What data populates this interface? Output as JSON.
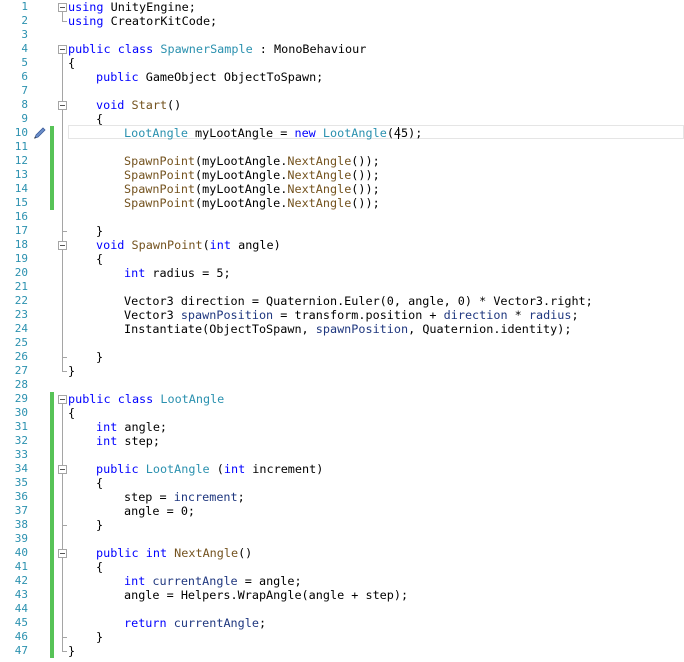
{
  "editor": {
    "lines": [
      {
        "n": "1",
        "bar": false,
        "indent": 0,
        "segs": [
          {
            "c": "kw",
            "t": "using"
          },
          {
            "c": "",
            "t": " UnityEngine;"
          }
        ]
      },
      {
        "n": "2",
        "bar": false,
        "indent": 0,
        "segs": [
          {
            "c": "kw",
            "t": "using"
          },
          {
            "c": "",
            "t": " CreatorKitCode;"
          }
        ]
      },
      {
        "n": "3",
        "bar": false,
        "indent": 0,
        "segs": []
      },
      {
        "n": "4",
        "bar": false,
        "indent": 0,
        "segs": [
          {
            "c": "kw",
            "t": "public"
          },
          {
            "c": "",
            "t": " "
          },
          {
            "c": "kw",
            "t": "class"
          },
          {
            "c": "",
            "t": " "
          },
          {
            "c": "ty",
            "t": "SpawnerSample"
          },
          {
            "c": "",
            "t": " : MonoBehaviour"
          }
        ]
      },
      {
        "n": "5",
        "bar": false,
        "indent": 0,
        "segs": [
          {
            "c": "",
            "t": "{"
          }
        ]
      },
      {
        "n": "6",
        "bar": false,
        "indent": 1,
        "segs": [
          {
            "c": "kw",
            "t": "public"
          },
          {
            "c": "",
            "t": " GameObject ObjectToSpawn;"
          }
        ]
      },
      {
        "n": "7",
        "bar": false,
        "indent": 0,
        "segs": []
      },
      {
        "n": "8",
        "bar": false,
        "indent": 1,
        "segs": [
          {
            "c": "kw",
            "t": "void"
          },
          {
            "c": "",
            "t": " "
          },
          {
            "c": "fn",
            "t": "Start"
          },
          {
            "c": "",
            "t": "()"
          }
        ]
      },
      {
        "n": "9",
        "bar": false,
        "indent": 1,
        "segs": [
          {
            "c": "",
            "t": "{"
          }
        ]
      },
      {
        "n": "10",
        "bar": true,
        "indent": 2,
        "segs": [
          {
            "c": "ty",
            "t": "LootAngle"
          },
          {
            "c": "",
            "t": " myLootAngle = "
          },
          {
            "c": "kw",
            "t": "new"
          },
          {
            "c": "",
            "t": " "
          },
          {
            "c": "ty",
            "t": "LootAngle"
          },
          {
            "c": "",
            "t": "(45);"
          }
        ]
      },
      {
        "n": "11",
        "bar": true,
        "indent": 0,
        "segs": []
      },
      {
        "n": "12",
        "bar": true,
        "indent": 2,
        "segs": [
          {
            "c": "fn",
            "t": "SpawnPoint"
          },
          {
            "c": "",
            "t": "(myLootAngle."
          },
          {
            "c": "fn",
            "t": "NextAngle"
          },
          {
            "c": "",
            "t": "());"
          }
        ]
      },
      {
        "n": "13",
        "bar": true,
        "indent": 2,
        "segs": [
          {
            "c": "fn",
            "t": "SpawnPoint"
          },
          {
            "c": "",
            "t": "(myLootAngle."
          },
          {
            "c": "fn",
            "t": "NextAngle"
          },
          {
            "c": "",
            "t": "());"
          }
        ]
      },
      {
        "n": "14",
        "bar": true,
        "indent": 2,
        "segs": [
          {
            "c": "fn",
            "t": "SpawnPoint"
          },
          {
            "c": "",
            "t": "(myLootAngle."
          },
          {
            "c": "fn",
            "t": "NextAngle"
          },
          {
            "c": "",
            "t": "());"
          }
        ]
      },
      {
        "n": "15",
        "bar": true,
        "indent": 2,
        "segs": [
          {
            "c": "fn",
            "t": "SpawnPoint"
          },
          {
            "c": "",
            "t": "(myLootAngle."
          },
          {
            "c": "fn",
            "t": "NextAngle"
          },
          {
            "c": "",
            "t": "());"
          }
        ]
      },
      {
        "n": "16",
        "bar": false,
        "indent": 0,
        "segs": []
      },
      {
        "n": "17",
        "bar": false,
        "indent": 1,
        "segs": [
          {
            "c": "",
            "t": "}"
          }
        ]
      },
      {
        "n": "18",
        "bar": false,
        "indent": 1,
        "segs": [
          {
            "c": "kw",
            "t": "void"
          },
          {
            "c": "",
            "t": " "
          },
          {
            "c": "fn",
            "t": "SpawnPoint"
          },
          {
            "c": "",
            "t": "("
          },
          {
            "c": "kw",
            "t": "int"
          },
          {
            "c": "",
            "t": " angle)"
          }
        ]
      },
      {
        "n": "19",
        "bar": false,
        "indent": 1,
        "segs": [
          {
            "c": "",
            "t": "{"
          }
        ]
      },
      {
        "n": "20",
        "bar": false,
        "indent": 2,
        "segs": [
          {
            "c": "kw",
            "t": "int"
          },
          {
            "c": "",
            "t": " radius = 5;"
          }
        ]
      },
      {
        "n": "21",
        "bar": false,
        "indent": 0,
        "segs": []
      },
      {
        "n": "22",
        "bar": false,
        "indent": 2,
        "segs": [
          {
            "c": "",
            "t": "Vector3 direction = Quaternion.Euler(0, angle, 0) * Vector3.right;"
          }
        ]
      },
      {
        "n": "23",
        "bar": false,
        "indent": 2,
        "segs": [
          {
            "c": "",
            "t": "Vector3 "
          },
          {
            "c": "var",
            "t": "spawnPosition"
          },
          {
            "c": "",
            "t": " = transform.position + "
          },
          {
            "c": "var",
            "t": "direction"
          },
          {
            "c": "",
            "t": " * "
          },
          {
            "c": "var",
            "t": "radius"
          },
          {
            "c": "",
            "t": ";"
          }
        ]
      },
      {
        "n": "24",
        "bar": false,
        "indent": 2,
        "segs": [
          {
            "c": "",
            "t": "Instantiate(ObjectToSpawn, "
          },
          {
            "c": "var",
            "t": "spawnPosition"
          },
          {
            "c": "",
            "t": ", Quaternion.identity);"
          }
        ]
      },
      {
        "n": "25",
        "bar": false,
        "indent": 0,
        "segs": []
      },
      {
        "n": "26",
        "bar": false,
        "indent": 1,
        "segs": [
          {
            "c": "",
            "t": "}"
          }
        ]
      },
      {
        "n": "27",
        "bar": false,
        "indent": 0,
        "segs": [
          {
            "c": "",
            "t": "}"
          }
        ]
      },
      {
        "n": "28",
        "bar": false,
        "indent": 0,
        "segs": []
      },
      {
        "n": "29",
        "bar": true,
        "indent": 0,
        "segs": [
          {
            "c": "kw",
            "t": "public"
          },
          {
            "c": "",
            "t": " "
          },
          {
            "c": "kw",
            "t": "class"
          },
          {
            "c": "",
            "t": " "
          },
          {
            "c": "ty",
            "t": "LootAngle"
          }
        ]
      },
      {
        "n": "30",
        "bar": true,
        "indent": 0,
        "segs": [
          {
            "c": "",
            "t": "{"
          }
        ]
      },
      {
        "n": "31",
        "bar": true,
        "indent": 1,
        "segs": [
          {
            "c": "kw",
            "t": "int"
          },
          {
            "c": "",
            "t": " angle;"
          }
        ]
      },
      {
        "n": "32",
        "bar": true,
        "indent": 1,
        "segs": [
          {
            "c": "kw",
            "t": "int"
          },
          {
            "c": "",
            "t": " step;"
          }
        ]
      },
      {
        "n": "33",
        "bar": true,
        "indent": 0,
        "segs": []
      },
      {
        "n": "34",
        "bar": true,
        "indent": 1,
        "segs": [
          {
            "c": "kw",
            "t": "public"
          },
          {
            "c": "",
            "t": " "
          },
          {
            "c": "ty",
            "t": "LootAngle"
          },
          {
            "c": "",
            "t": " ("
          },
          {
            "c": "kw",
            "t": "int"
          },
          {
            "c": "",
            "t": " increment)"
          }
        ]
      },
      {
        "n": "35",
        "bar": true,
        "indent": 1,
        "segs": [
          {
            "c": "",
            "t": "{"
          }
        ]
      },
      {
        "n": "36",
        "bar": true,
        "indent": 2,
        "segs": [
          {
            "c": "",
            "t": "step = "
          },
          {
            "c": "var",
            "t": "increment"
          },
          {
            "c": "",
            "t": ";"
          }
        ]
      },
      {
        "n": "37",
        "bar": true,
        "indent": 2,
        "segs": [
          {
            "c": "",
            "t": "angle = 0;"
          }
        ]
      },
      {
        "n": "38",
        "bar": true,
        "indent": 1,
        "segs": [
          {
            "c": "",
            "t": "}"
          }
        ]
      },
      {
        "n": "39",
        "bar": true,
        "indent": 0,
        "segs": []
      },
      {
        "n": "40",
        "bar": true,
        "indent": 1,
        "segs": [
          {
            "c": "kw",
            "t": "public"
          },
          {
            "c": "",
            "t": " "
          },
          {
            "c": "kw",
            "t": "int"
          },
          {
            "c": "",
            "t": " "
          },
          {
            "c": "fn",
            "t": "NextAngle"
          },
          {
            "c": "",
            "t": "()"
          }
        ]
      },
      {
        "n": "41",
        "bar": true,
        "indent": 1,
        "segs": [
          {
            "c": "",
            "t": "{"
          }
        ]
      },
      {
        "n": "42",
        "bar": true,
        "indent": 2,
        "segs": [
          {
            "c": "kw",
            "t": "int"
          },
          {
            "c": "",
            "t": " "
          },
          {
            "c": "var",
            "t": "currentAngle"
          },
          {
            "c": "",
            "t": " = angle;"
          }
        ]
      },
      {
        "n": "43",
        "bar": true,
        "indent": 2,
        "segs": [
          {
            "c": "",
            "t": "angle = Helpers.WrapAngle(angle + step);"
          }
        ]
      },
      {
        "n": "44",
        "bar": true,
        "indent": 0,
        "segs": []
      },
      {
        "n": "45",
        "bar": true,
        "indent": 2,
        "segs": [
          {
            "c": "kw",
            "t": "return"
          },
          {
            "c": "",
            "t": " "
          },
          {
            "c": "var",
            "t": "currentAngle"
          },
          {
            "c": "",
            "t": ";"
          }
        ]
      },
      {
        "n": "46",
        "bar": true,
        "indent": 1,
        "segs": [
          {
            "c": "",
            "t": "}"
          }
        ]
      },
      {
        "n": "47",
        "bar": true,
        "indent": 0,
        "segs": [
          {
            "c": "",
            "t": "}"
          }
        ]
      }
    ],
    "colors": {
      "keyword": "#0000ff",
      "type": "#2b91af",
      "method": "#74531f",
      "variable": "#1f377f",
      "line_number": "#2b91af",
      "change_bar": "#57c357"
    },
    "gutter_icon": "pencil-edit-icon"
  }
}
